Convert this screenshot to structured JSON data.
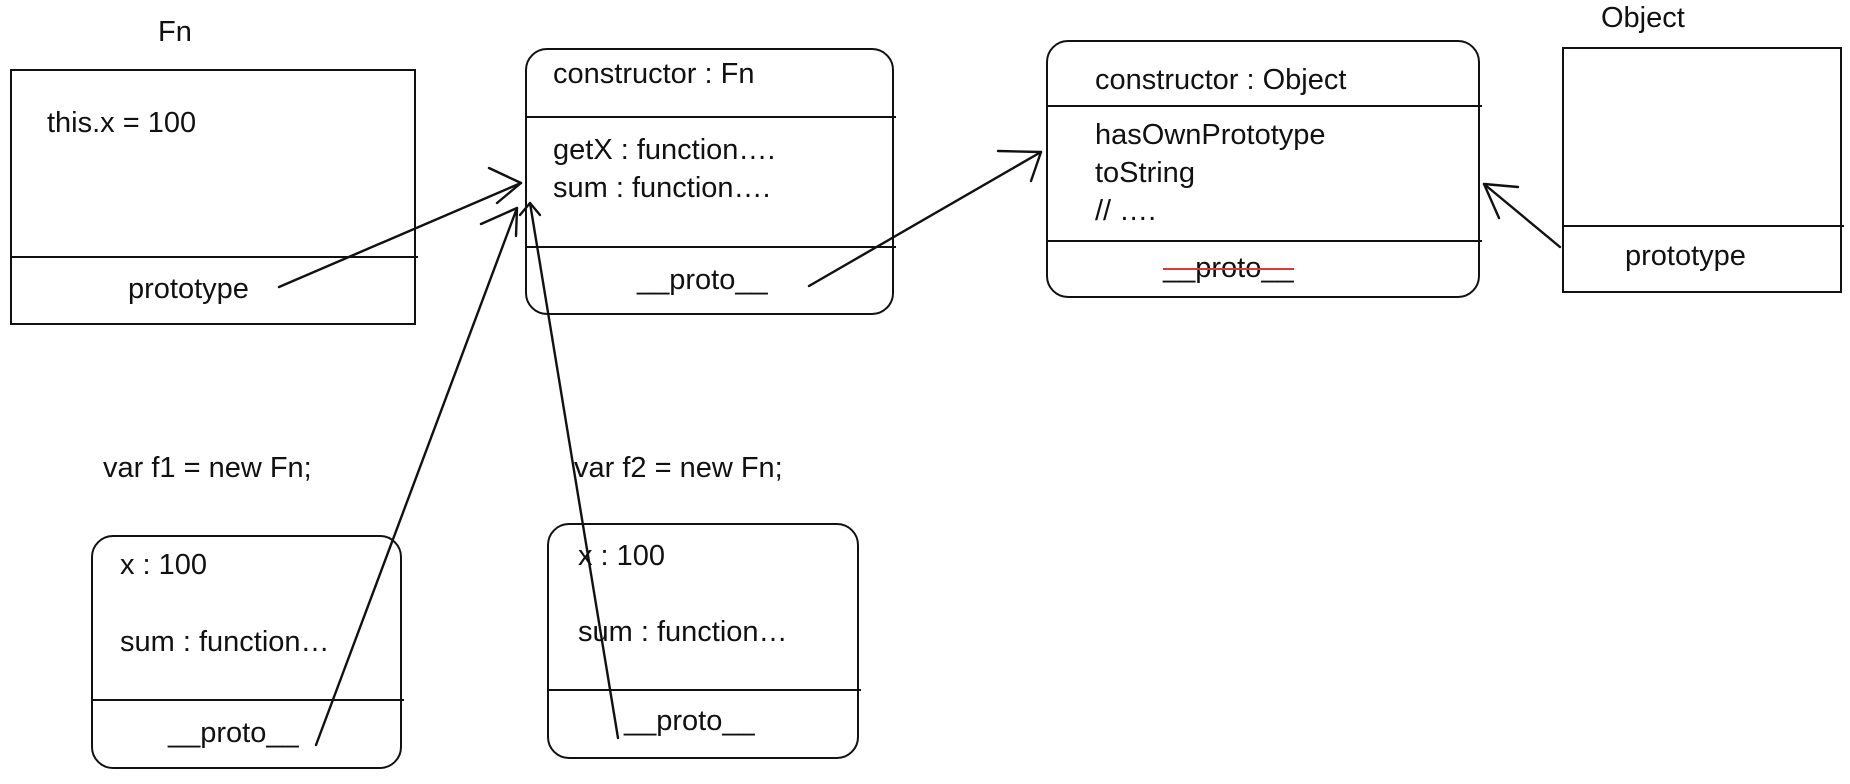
{
  "labels": {
    "fn_title": "Fn",
    "object_title": "Object",
    "f1_decl": "var f1 = new Fn;",
    "f2_decl": "var f2 = new Fn;"
  },
  "fn_box": {
    "body": "this.x = 100",
    "prototype": "prototype"
  },
  "fn_prototype": {
    "constructor": "constructor : Fn",
    "methods": [
      "getX : function….",
      "sum : function…."
    ],
    "proto": "__proto__"
  },
  "object_prototype": {
    "constructor": "constructor : Object",
    "members": [
      "hasOwnPrototype",
      "toString",
      "// …."
    ],
    "proto": "__proto__",
    "proto_struck_color": "#d93b3b"
  },
  "object_box": {
    "prototype": "prototype"
  },
  "f1": {
    "x": "x : 100",
    "sum": "sum : function…",
    "proto": "__proto__"
  },
  "f2": {
    "x": "x : 100",
    "sum": "sum : function…",
    "proto": "__proto__"
  }
}
